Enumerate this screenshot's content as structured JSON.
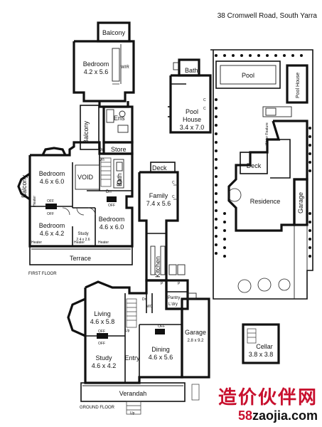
{
  "address": "38 Cromwell Road, South Yarra",
  "floors": {
    "first": "FIRST FLOOR",
    "ground": "GROUND FLOOR"
  },
  "rooms": {
    "balcony_top": "Balcony",
    "bedroom_top": "Bedroom",
    "bedroom_top_size": "4.2 x 5.6",
    "wir": "WIR",
    "ens": "Ens",
    "balcony_side": "Balcony",
    "store": "Store",
    "void": "VOID",
    "bath_first": "Bath",
    "balcony_left": "Balcony",
    "bedroom_a": "Bedroom",
    "bedroom_a_size": "4.6 x 6.0",
    "bedroom_b": "Bedroom",
    "bedroom_b_size": "4.6 x 4.2",
    "bedroom_c": "Bedroom",
    "bedroom_c_size": "4.6 x 6.0",
    "study_first": "Study",
    "study_first_size": "2.4 x 2.6",
    "terrace": "Terrace",
    "bath_pool": "Bath",
    "pool_house": "Pool",
    "pool_house2": "House",
    "pool_house_size": "3.4 x 7.0",
    "pool": "Pool",
    "pool_house_v": "Pool House",
    "deck_family": "Deck",
    "family": "Family",
    "family_size": "7.4 x 5.6",
    "deck_site": "Deck",
    "residence": "Residence",
    "garage_site": "Garage",
    "kitchen": "Kitchen",
    "pantry": "Pantry",
    "laundry": "L'dry",
    "living": "Living",
    "living_size": "4.6 x 5.8",
    "study_ground": "Study",
    "study_ground_size": "4.6 x 4.2",
    "entry": "Entry",
    "dining": "Dining",
    "dining_size": "4.6 x 5.6",
    "garage": "Garage",
    "garage_size": "2.8 x 9.2",
    "verandah": "Verandah",
    "cellar": "Cellar",
    "cellar_size": "3.8 x 3.8",
    "wc": "WC"
  },
  "markers": {
    "dn": "Dn",
    "up": "Up",
    "off": "OFF",
    "heater": "Heater",
    "water_feature": "Water Feature",
    "p": "P",
    "c": "C"
  },
  "watermark": {
    "chinese": "造价伙伴网",
    "url_red": "58",
    "url_rest": "zaojia.com"
  }
}
